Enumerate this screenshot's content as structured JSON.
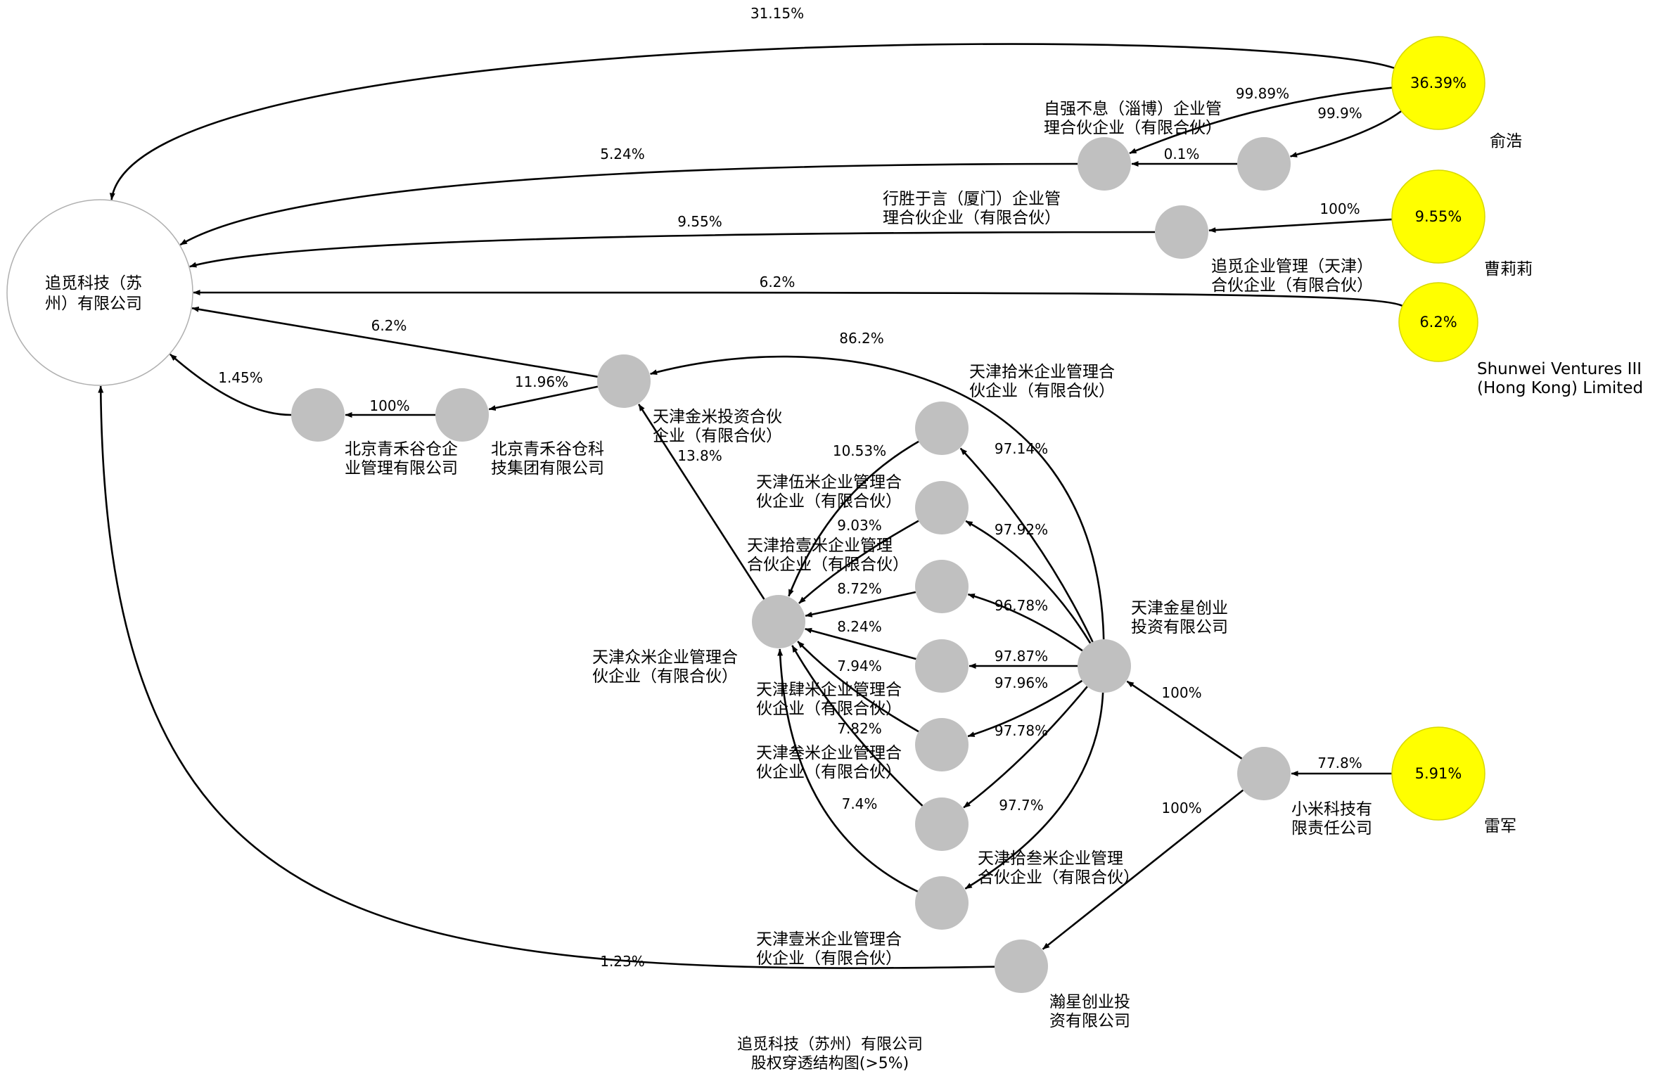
{
  "colors": {
    "company_node": "#c0c0c0",
    "person_node": "#ffff00",
    "target_node": "#ffffff",
    "edge": "#000000"
  },
  "title": {
    "line1": "追觅科技（苏州）有限公司",
    "line2": "股权穿透结构图(>5%)"
  },
  "nodes": {
    "target": {
      "label": [
        "追觅科技（苏",
        "州）有限公司"
      ]
    },
    "yu_hao": {
      "label": [
        "俞浩"
      ],
      "pct": "36.39%"
    },
    "cao_lili": {
      "label": [
        "曹莉莉"
      ],
      "pct": "9.55%"
    },
    "shunwei": {
      "label": [
        "Shunwei Ventures III",
        "(Hong Kong) Limited"
      ],
      "pct": "6.2%"
    },
    "lei_jun": {
      "label": [
        "雷军"
      ],
      "pct": "5.91%"
    },
    "ziqiang": {
      "label": [
        "自强不息（淄博）企业管",
        "理合伙企业（有限合伙）"
      ]
    },
    "zhuimi_tianjin": {
      "label": [
        "追觅企业管理（天津）",
        "合伙企业（有限合伙）"
      ]
    },
    "xingsheng": {
      "label": [
        "行胜于言（厦门）企业管",
        "理合伙企业（有限合伙）"
      ]
    },
    "jinmi": {
      "label": [
        "天津金米投资合伙",
        "企业（有限合伙）"
      ]
    },
    "qinghe_cang": {
      "label": [
        "北京青禾谷仓科",
        "技集团有限公司"
      ]
    },
    "qinghe_mgmt": {
      "label": [
        "北京青禾谷仓企",
        "业管理有限公司"
      ]
    },
    "zhongmi": {
      "label": [
        "天津众米企业管理合",
        "伙企业（有限合伙）"
      ]
    },
    "shimi": {
      "label": [
        "天津拾米企业管理合",
        "伙企业（有限合伙）"
      ]
    },
    "wumi": {
      "label": [
        "天津伍米企业管理合",
        "伙企业（有限合伙）"
      ]
    },
    "shiyimi": {
      "label": [
        "天津拾壹米企业管理",
        "合伙企业（有限合伙）"
      ]
    },
    "simi": {
      "label": [
        "天津肆米企业管理合",
        "伙企业（有限合伙）"
      ]
    },
    "sanmi": {
      "label": [
        "天津叁米企业管理合",
        "伙企业（有限合伙）"
      ]
    },
    "shisanmi": {
      "label": [
        "天津拾叁米企业管理",
        "合伙企业（有限合伙）"
      ]
    },
    "yimi": {
      "label": [
        "天津壹米企业管理合",
        "伙企业（有限合伙）"
      ]
    },
    "jinxing": {
      "label": [
        "天津金星创业",
        "投资有限公司"
      ]
    },
    "xiaomi": {
      "label": [
        "小米科技有",
        "限责任公司"
      ]
    },
    "hanxing": {
      "label": [
        "瀚星创业投",
        "资有限公司"
      ]
    }
  },
  "edges": [
    {
      "from": "yu_hao",
      "to": "target",
      "label": "31.15%"
    },
    {
      "from": "yu_hao",
      "to": "ziqiang",
      "label": "99.89%"
    },
    {
      "from": "yu_hao",
      "to": "zhuimi_tianjin",
      "label": "99.9%"
    },
    {
      "from": "zhuimi_tianjin",
      "to": "ziqiang",
      "label": "0.1%"
    },
    {
      "from": "ziqiang",
      "to": "target",
      "label": "5.24%"
    },
    {
      "from": "cao_lili",
      "to": "xingsheng",
      "label": "100%"
    },
    {
      "from": "xingsheng",
      "to": "target",
      "label": "9.55%"
    },
    {
      "from": "shunwei",
      "to": "target",
      "label": "6.2%"
    },
    {
      "from": "jinmi",
      "to": "target",
      "label": "6.2%"
    },
    {
      "from": "jinmi",
      "to": "qinghe_cang",
      "label": "11.96%"
    },
    {
      "from": "qinghe_cang",
      "to": "qinghe_mgmt",
      "label": "100%"
    },
    {
      "from": "qinghe_mgmt",
      "to": "target",
      "label": "1.45%"
    },
    {
      "from": "jinxing",
      "to": "jinmi",
      "label": "86.2%"
    },
    {
      "from": "zhongmi",
      "to": "jinmi",
      "label": "13.8%"
    },
    {
      "from": "jinxing",
      "to": "shimi",
      "label": "97.14%"
    },
    {
      "from": "jinxing",
      "to": "wumi",
      "label": "97.92%"
    },
    {
      "from": "jinxing",
      "to": "shiyimi",
      "label": "96.78%"
    },
    {
      "from": "jinxing",
      "to": "simi",
      "label": "97.87%"
    },
    {
      "from": "jinxing",
      "to": "sanmi",
      "label": "97.96%"
    },
    {
      "from": "jinxing",
      "to": "shisanmi",
      "label": "97.78%"
    },
    {
      "from": "jinxing",
      "to": "yimi",
      "label": "97.7%"
    },
    {
      "from": "shimi",
      "to": "zhongmi",
      "label": "10.53%"
    },
    {
      "from": "wumi",
      "to": "zhongmi",
      "label": "9.03%"
    },
    {
      "from": "shiyimi",
      "to": "zhongmi",
      "label": "8.72%"
    },
    {
      "from": "simi",
      "to": "zhongmi",
      "label": "8.24%"
    },
    {
      "from": "sanmi",
      "to": "zhongmi",
      "label": "7.94%"
    },
    {
      "from": "shisanmi",
      "to": "zhongmi",
      "label": "7.82%"
    },
    {
      "from": "yimi",
      "to": "zhongmi",
      "label": "7.4%"
    },
    {
      "from": "xiaomi",
      "to": "jinxing",
      "label": "100%"
    },
    {
      "from": "xiaomi",
      "to": "hanxing",
      "label": "100%"
    },
    {
      "from": "lei_jun",
      "to": "xiaomi",
      "label": "77.8%"
    },
    {
      "from": "hanxing",
      "to": "target",
      "label": "1.23%"
    }
  ]
}
